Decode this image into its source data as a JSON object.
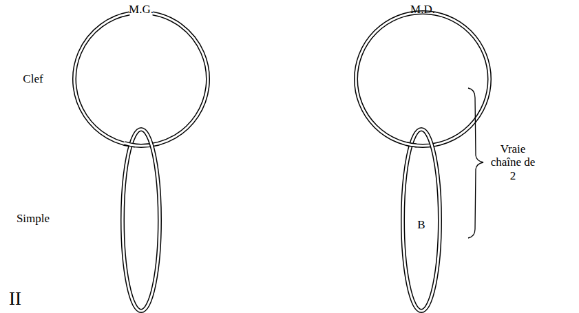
{
  "diagram": {
    "nodes": [
      {
        "text": [
          "B"
        ]
      }
    ],
    "labels": [
      "M.G.",
      "M.D.",
      "Clef",
      "Simple",
      "II",
      "Vraie chaîne de 2"
    ]
  }
}
